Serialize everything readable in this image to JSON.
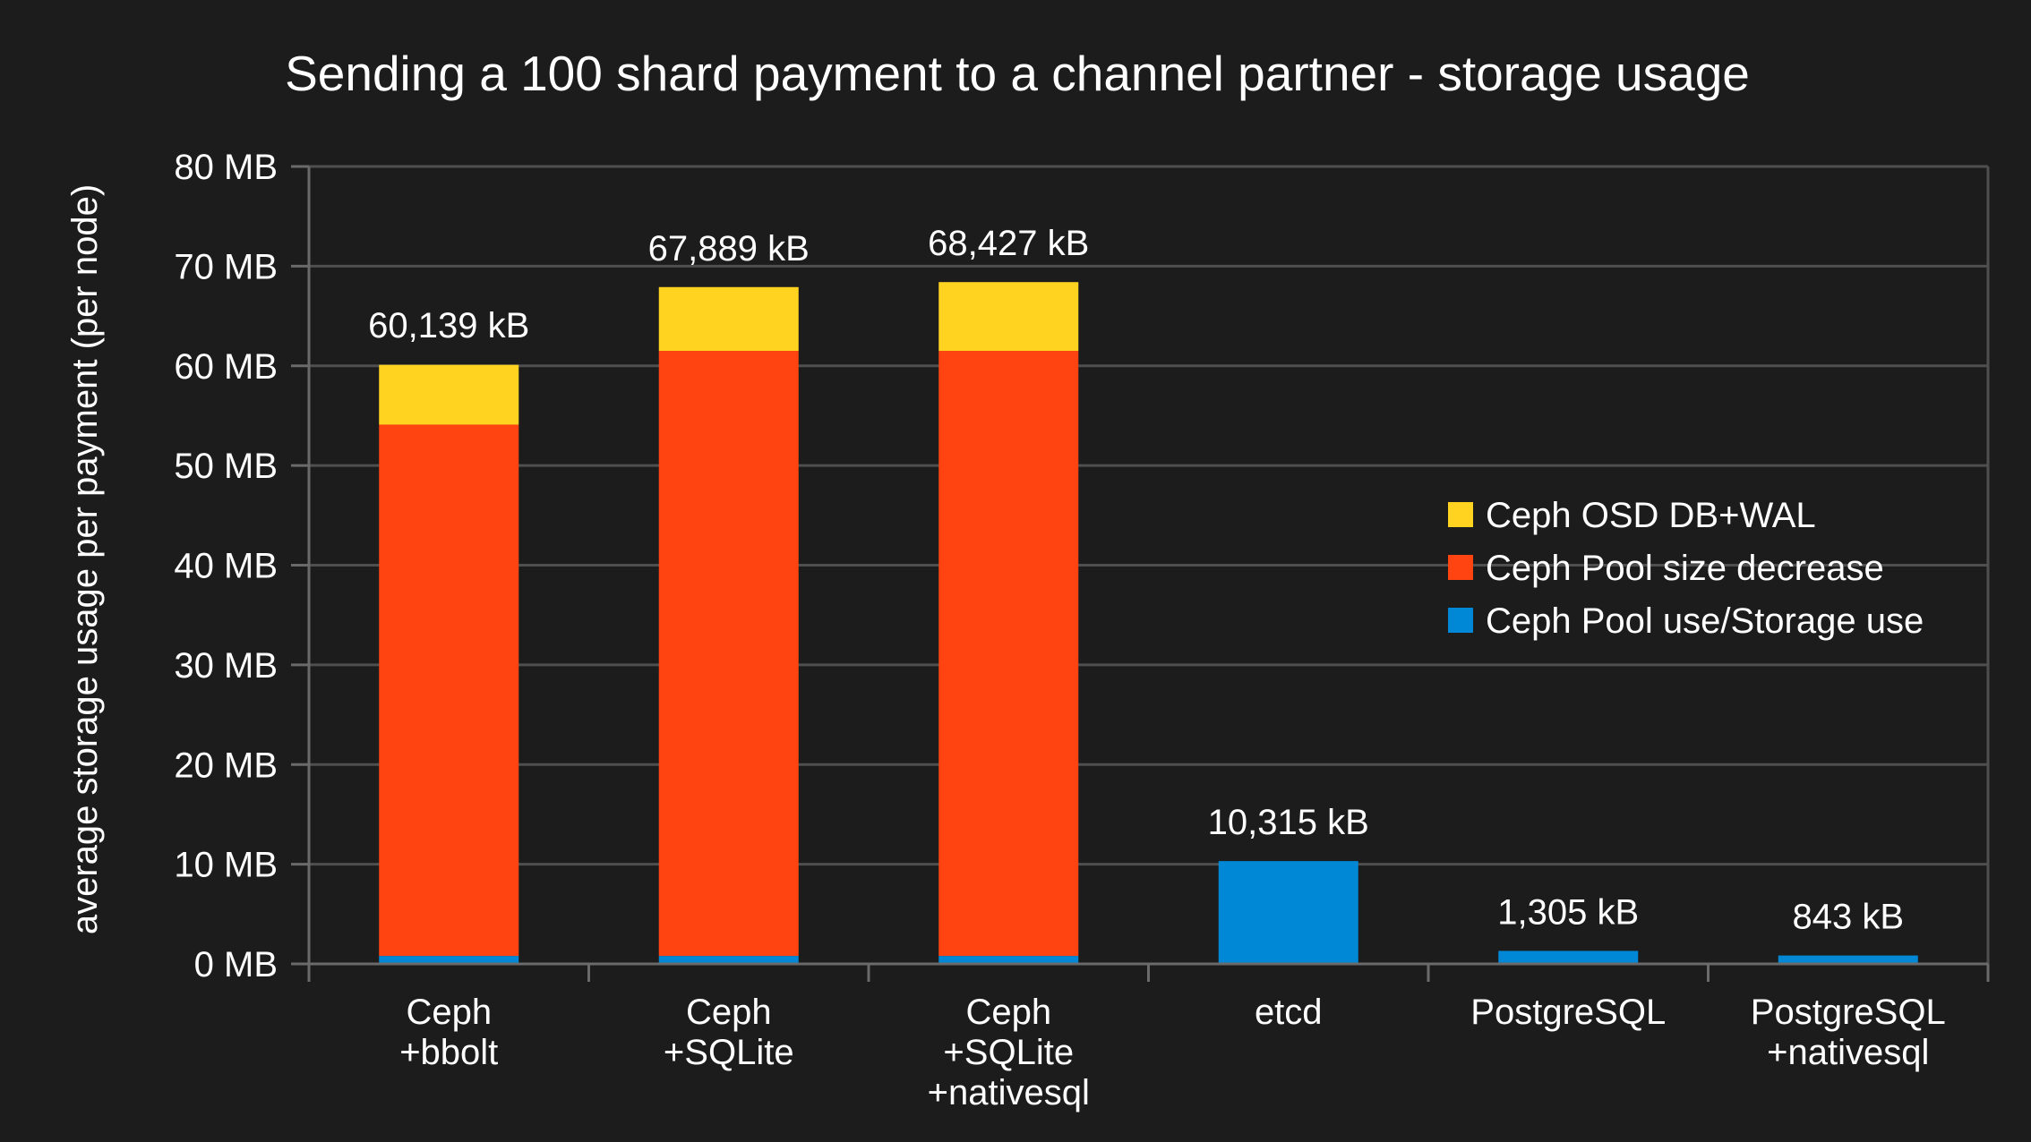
{
  "chart_data": {
    "type": "bar",
    "stacked": true,
    "title": "Sending a 100 shard payment to a channel partner - storage usage",
    "ylabel": "average storage usage per payment (per node)",
    "xlabel": "",
    "ylim": [
      0,
      80
    ],
    "yticks": [
      0,
      10,
      20,
      30,
      40,
      50,
      60,
      70,
      80
    ],
    "ytick_suffix": " MB",
    "grid": true,
    "legend_position": "right",
    "categories": [
      [
        "Ceph",
        "+bbolt"
      ],
      [
        "Ceph",
        "+SQLite"
      ],
      [
        "Ceph",
        "+SQLite",
        "+nativesql"
      ],
      [
        "etcd"
      ],
      [
        "PostgreSQL"
      ],
      [
        "PostgreSQL",
        "+nativesql"
      ]
    ],
    "series": [
      {
        "name": "Ceph Pool use/Storage use",
        "color": "#0088d6",
        "values": [
          0.8,
          0.8,
          0.8,
          10.315,
          1.305,
          0.843
        ]
      },
      {
        "name": "Ceph Pool size decrease",
        "color": "#ff4411",
        "values": [
          53.3,
          60.7,
          60.7,
          0,
          0,
          0
        ]
      },
      {
        "name": "Ceph OSD DB+WAL",
        "color": "#ffd320",
        "values": [
          6.0,
          6.4,
          6.9,
          0,
          0,
          0
        ]
      }
    ],
    "totals": [
      60.139,
      67.889,
      68.427,
      10.315,
      1.305,
      0.843
    ],
    "total_labels": [
      "60,139 kB",
      "67,889 kB",
      "68,427 kB",
      "10,315 kB",
      "1,305 kB",
      "843 kB"
    ],
    "legend_order": [
      "Ceph OSD DB+WAL",
      "Ceph Pool size decrease",
      "Ceph Pool use/Storage use"
    ]
  }
}
